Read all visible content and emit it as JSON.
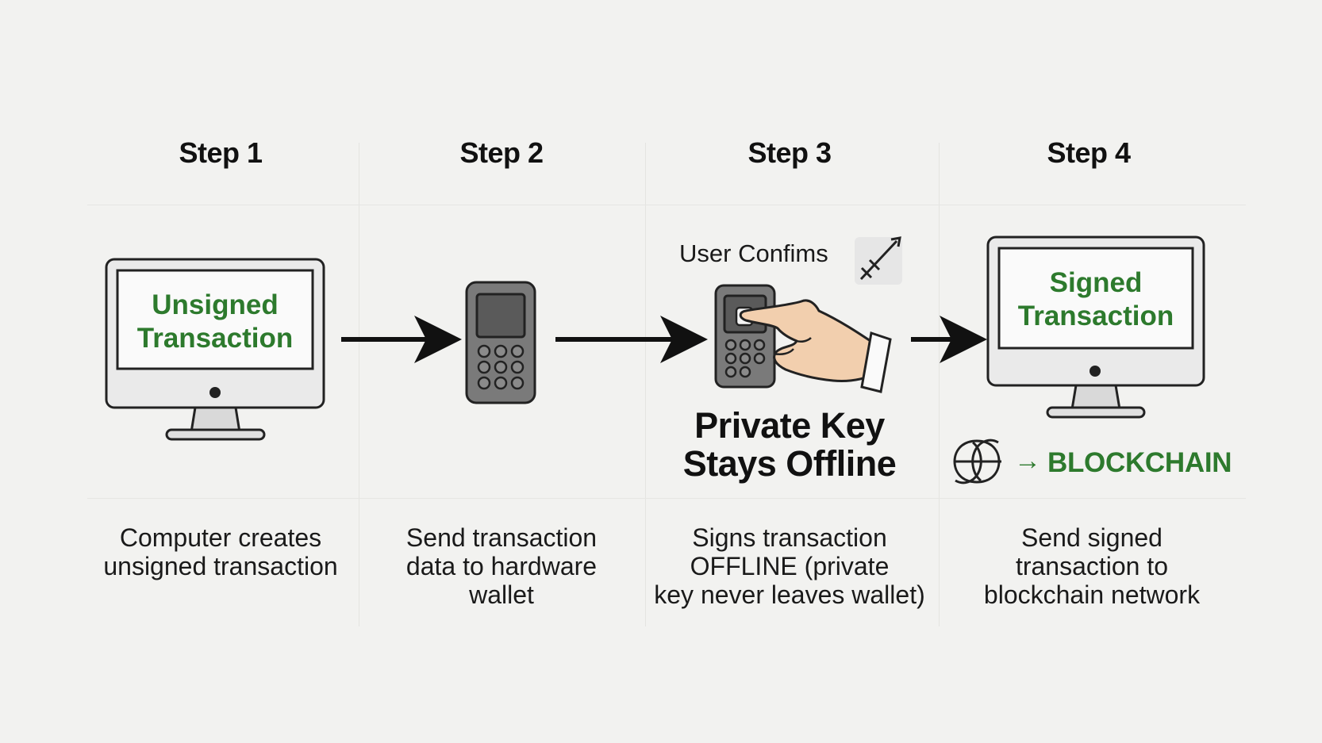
{
  "steps": [
    {
      "title": "Step 1",
      "caption_lines": [
        "Computer creates",
        "unsigned transaction"
      ],
      "screen_lines": [
        "Unsigned",
        "Transaction"
      ]
    },
    {
      "title": "Step 2",
      "caption_lines": [
        "Send transaction",
        "data to hardware",
        "wallet"
      ]
    },
    {
      "title": "Step 3",
      "caption_lines": [
        "Signs transaction",
        "OFFLINE (private",
        "key never leaves wallet)"
      ],
      "user_confirms": "User Confims",
      "private_key_lines": [
        "Private Key",
        "Stays Offline"
      ]
    },
    {
      "title": "Step 4",
      "caption_lines": [
        "Send signed",
        "transaction to",
        "blockchain network"
      ],
      "screen_lines": [
        "Signed",
        "Transaction"
      ],
      "blockchain_label": "BLOCKCHAIN",
      "blockchain_arrow": "→"
    }
  ],
  "colors": {
    "background": "#f2f2f0",
    "accent_green": "#2d7a2d",
    "device_gray": "#7a7a7a",
    "skin": "#f2cfae"
  },
  "icons": {
    "step1": "desktop-monitor-icon",
    "step2": "hardware-wallet-icon",
    "step3": "finger-press-hardware-wallet-icon",
    "step3_confirm": "pen-sign-icon",
    "step4": "desktop-monitor-icon",
    "blockchain": "blockchain-chain-link-icon",
    "flow": "right-arrow-icon"
  }
}
